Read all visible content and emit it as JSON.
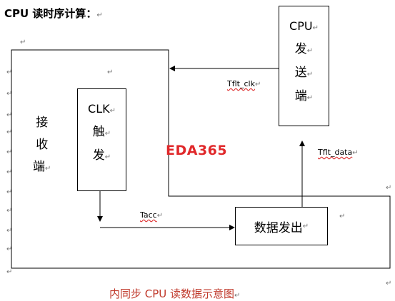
{
  "heading": "CPU 读时序计算：",
  "sender": {
    "chars": [
      "CPU",
      "发",
      "送",
      "端"
    ]
  },
  "receiver": {
    "chars": [
      "接",
      "收",
      "端"
    ]
  },
  "clk": {
    "chars": [
      "CLK",
      "触",
      "发"
    ]
  },
  "data_out": {
    "label": "数据发出"
  },
  "signals": {
    "tflt_clk": "Tflt_clk",
    "tflt_data": "Tflt_data",
    "tacc": "Tacc"
  },
  "watermark": "EDA365",
  "caption": "内同步 CPU 读数据示意图",
  "paragraph_mark": "↵",
  "colors": {
    "watermark": "#e0282a",
    "caption": "#c0392b",
    "lines": "#000000"
  }
}
